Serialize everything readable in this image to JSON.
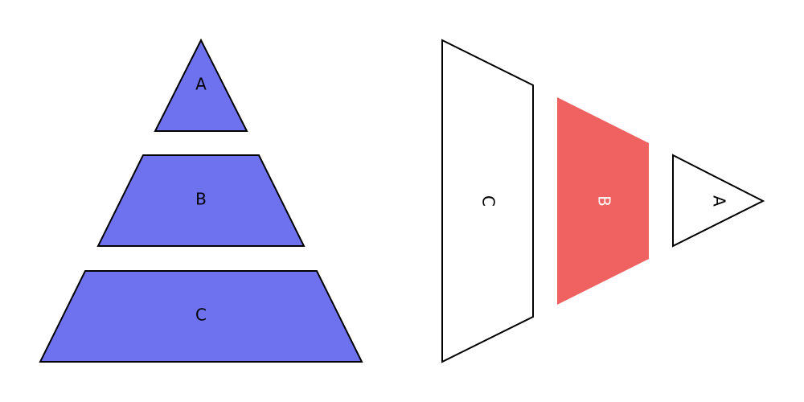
{
  "colors": {
    "background": "#ffffff",
    "pyramid_fill": "#6e72ee",
    "funnel_highlight_fill": "#f06262",
    "funnel_plain_fill": "#ffffff",
    "stroke": "#000000"
  },
  "pyramid": {
    "segments": [
      {
        "label": "A"
      },
      {
        "label": "B"
      },
      {
        "label": "C"
      }
    ]
  },
  "funnel": {
    "segments": [
      {
        "label": "C",
        "highlighted": false
      },
      {
        "label": "B",
        "highlighted": true
      },
      {
        "label": "A",
        "highlighted": false
      }
    ]
  }
}
